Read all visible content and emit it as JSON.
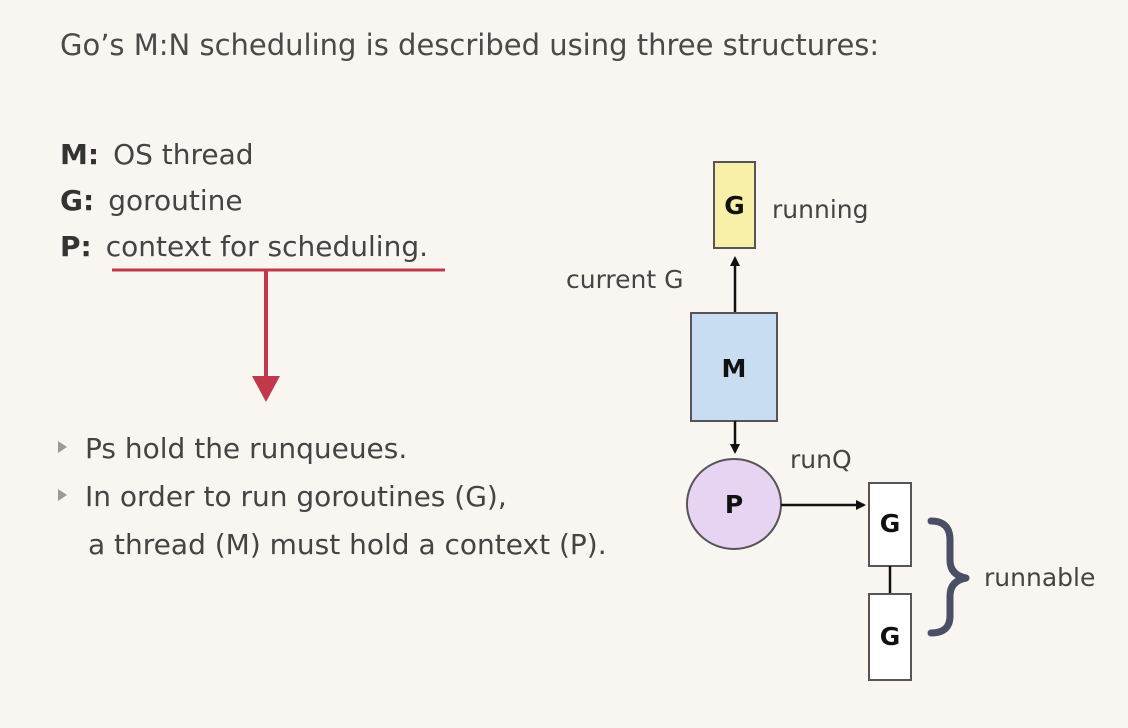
{
  "title": "Go’s M:N scheduling is described using three structures:",
  "definitions": [
    {
      "key": "M:",
      "value": "OS thread"
    },
    {
      "key": "G:",
      "value": "goroutine"
    },
    {
      "key": "P:",
      "value": "context for scheduling."
    }
  ],
  "bullets": [
    {
      "text": "Ps hold the runqueues."
    },
    {
      "text": "In order to run goroutines (G),",
      "continuation": "a thread (M) must hold a context (P)."
    }
  ],
  "diagram": {
    "running_g_label": "G",
    "running_label": "running",
    "current_g_label": "current G",
    "m_label": "M",
    "p_label": "P",
    "runq_label": "runQ",
    "queue_g1_label": "G",
    "queue_g2_label": "G",
    "runnable_label": "runnable",
    "colors": {
      "running_g_fill": "#f8f0a8",
      "m_fill": "#c8ddf2",
      "p_fill": "#e6d4f2",
      "queue_g_fill": "#ffffff",
      "accent_red": "#c0394b",
      "brace": "#4a4f66"
    }
  }
}
